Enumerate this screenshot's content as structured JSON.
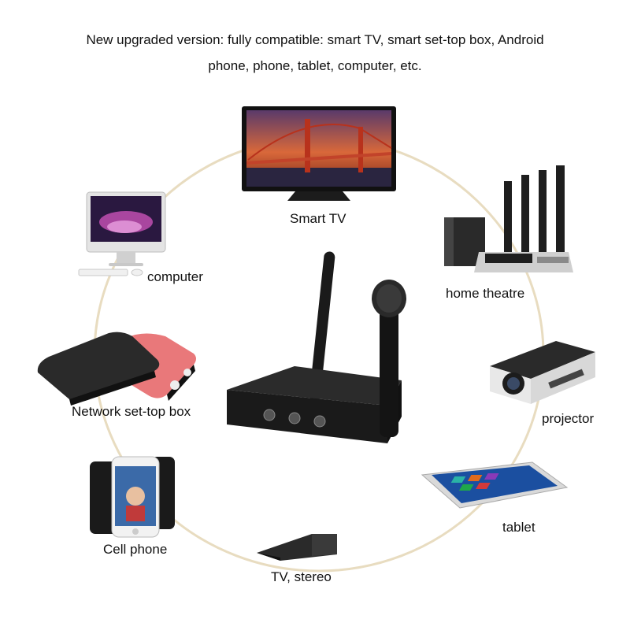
{
  "headline": {
    "line1": "New upgraded version: fully compatible: smart TV, smart set-top box, Android",
    "line2": "phone,  phone, tablet, computer, etc."
  },
  "devices": {
    "smart_tv": "Smart TV",
    "computer": "computer",
    "home_theatre": "home theatre",
    "set_top_box": "Network set-top box",
    "projector": "projector",
    "tablet": "tablet",
    "cell_phone": "Cell phone",
    "tv_stereo": "TV, stereo"
  },
  "colors": {
    "ring": "#e8dcc0",
    "device_dark": "#1a1a1a",
    "device_pink": "#e9787a",
    "tv_sky": "#d9683a"
  }
}
